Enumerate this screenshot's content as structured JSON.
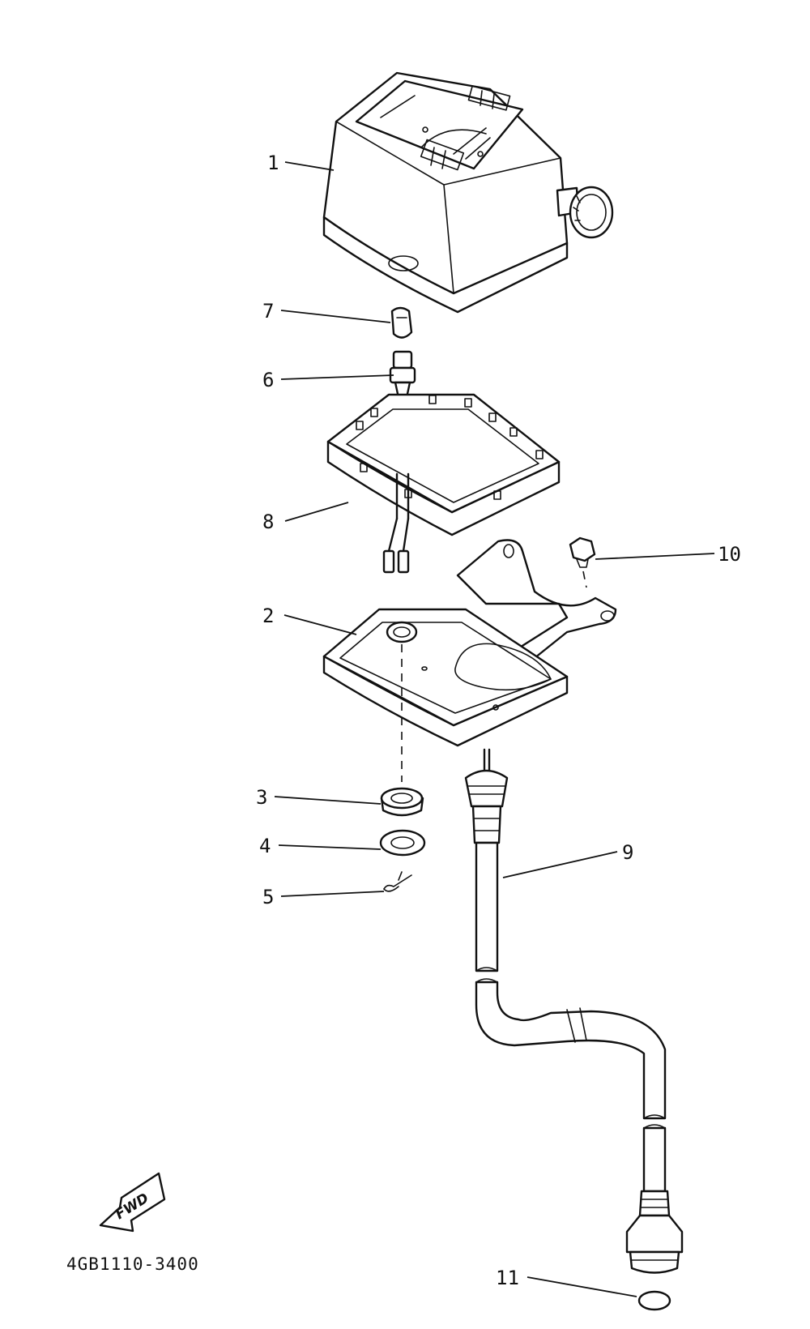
{
  "diagram": {
    "callouts": {
      "p1": "1",
      "p2": "2",
      "p3": "3",
      "p4": "4",
      "p5": "5",
      "p6": "6",
      "p7": "7",
      "p8": "8",
      "p9": "9",
      "p10": "10",
      "p11": "11"
    },
    "direction_label": "FWD",
    "part_code": "4GB1110-3400"
  }
}
